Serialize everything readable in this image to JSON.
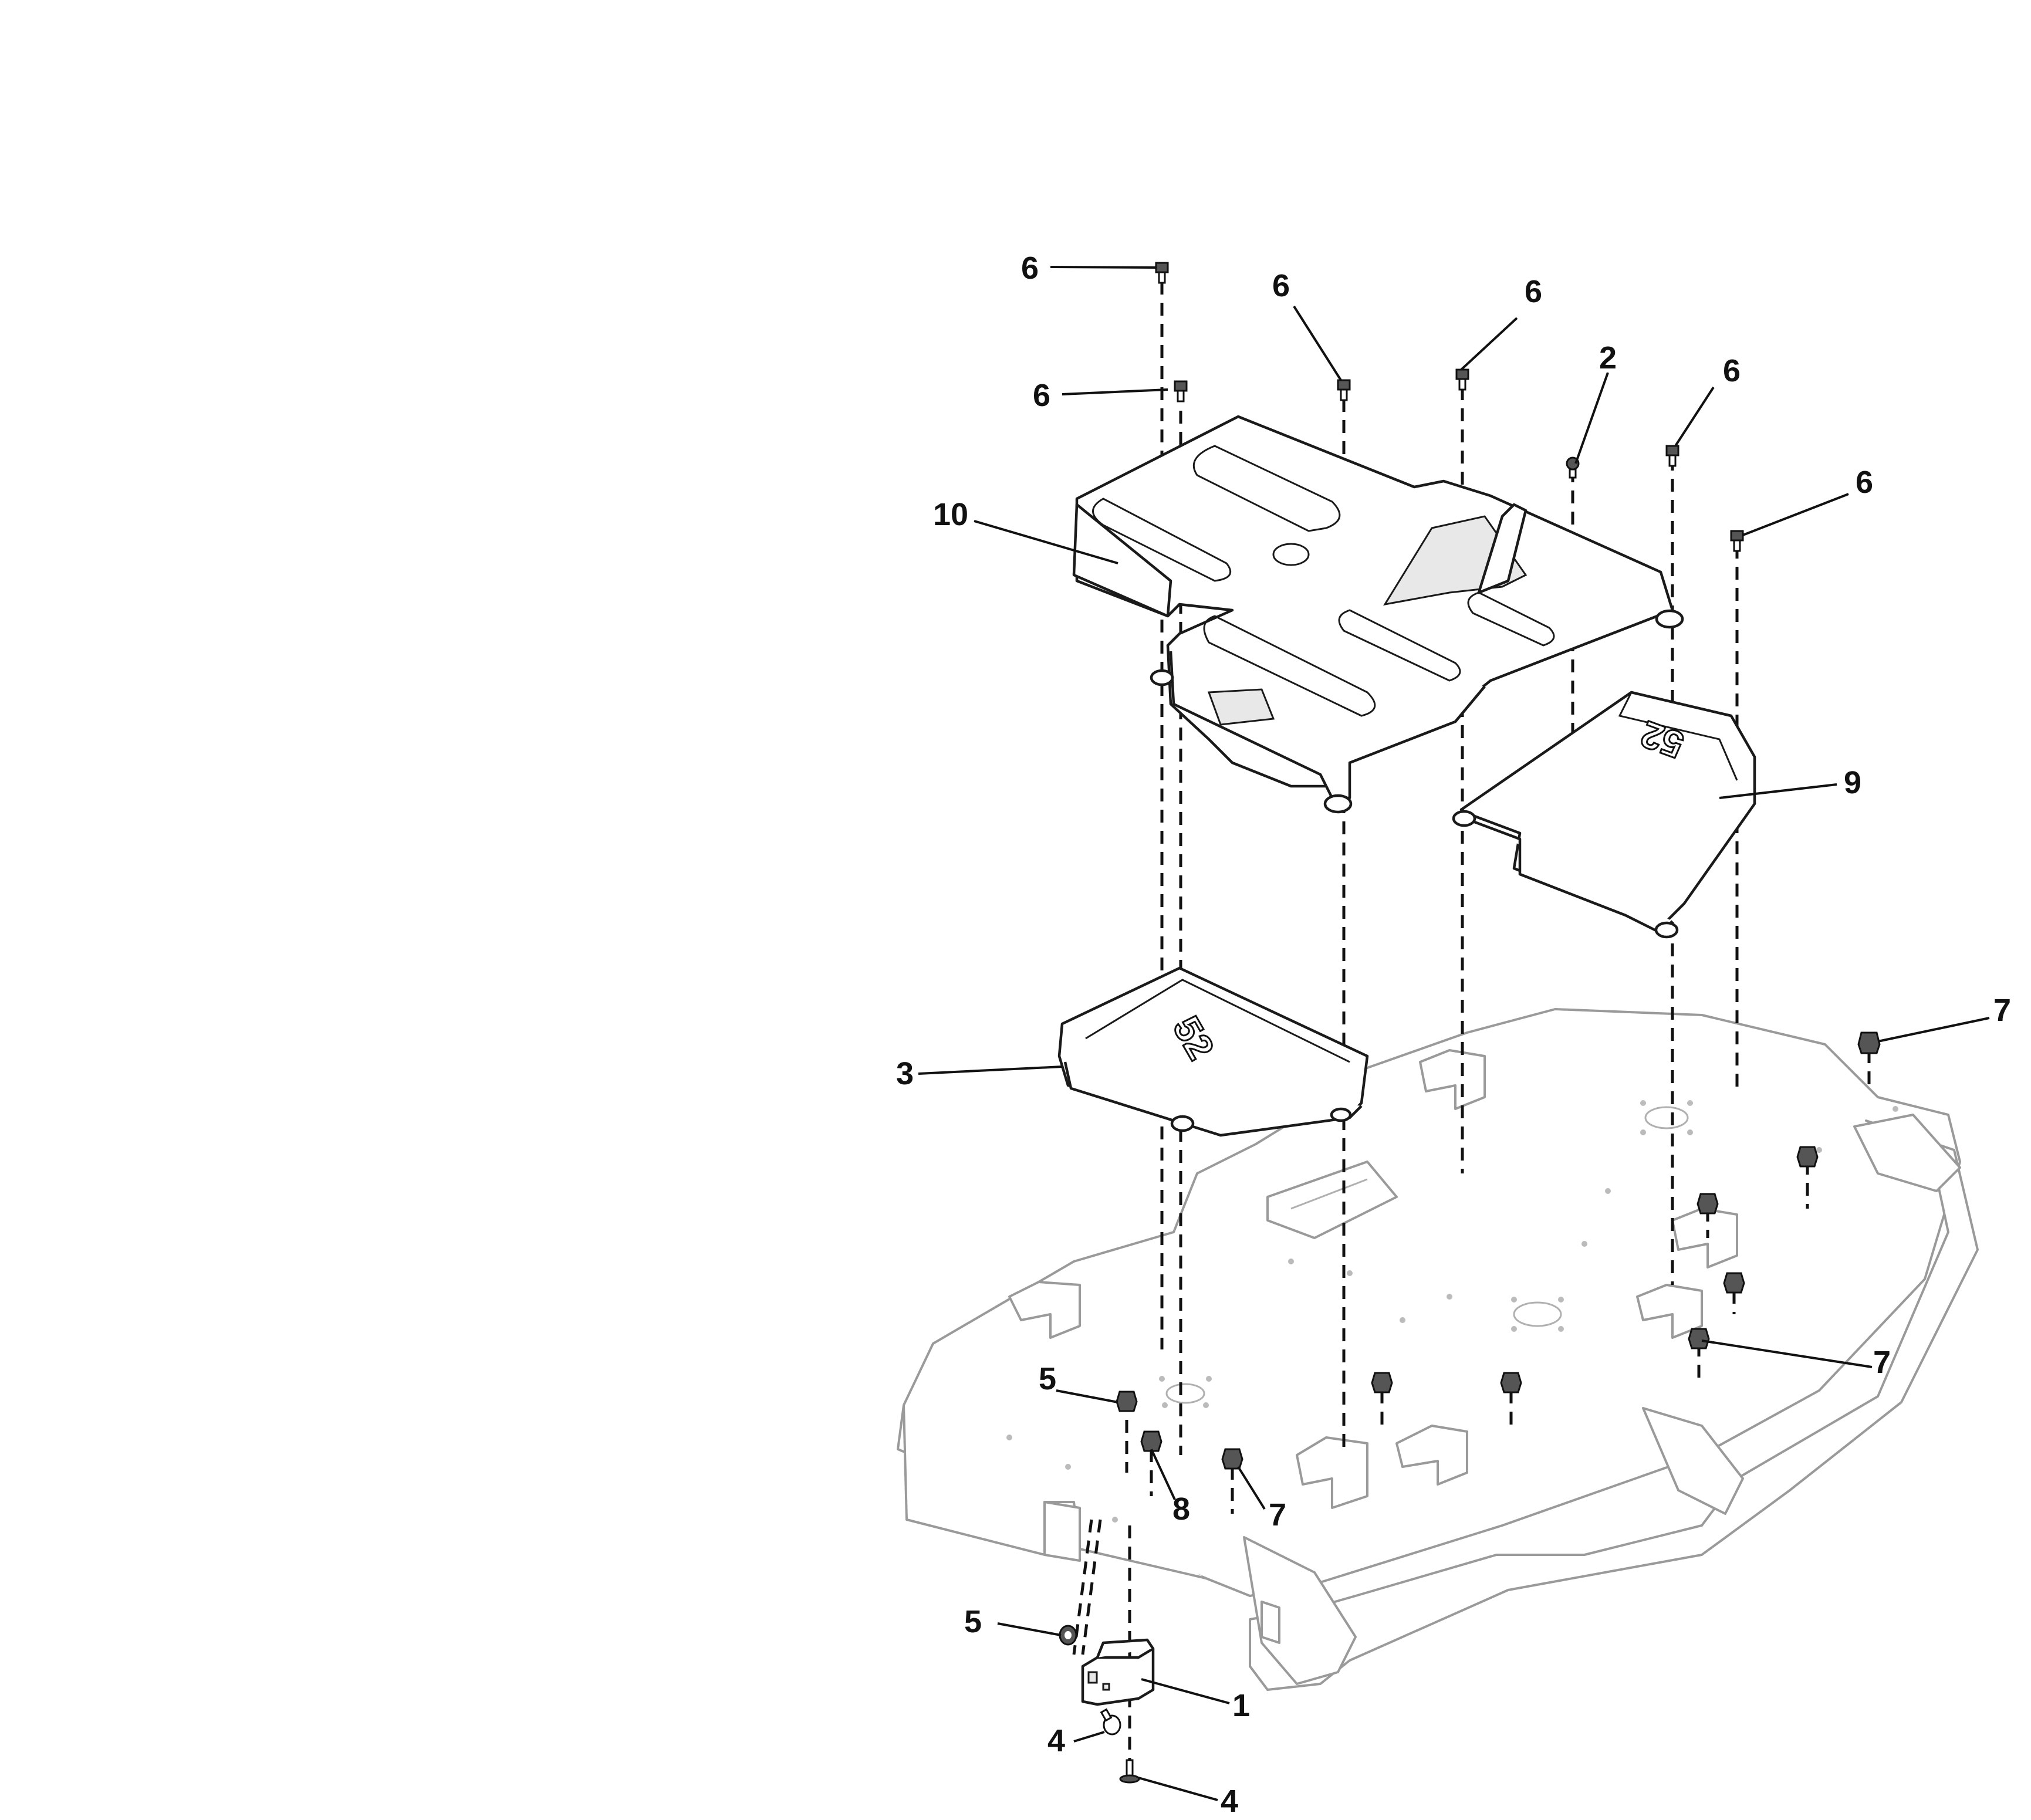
{
  "callouts": {
    "c1": "1",
    "c2": "2",
    "c3": "3",
    "c4a": "4",
    "c4b": "4",
    "c5a": "5",
    "c5b": "5",
    "c6a": "6",
    "c6b": "6",
    "c6c": "6",
    "c6d": "6",
    "c6e": "6",
    "c6f": "6",
    "c7a": "7",
    "c7b": "7",
    "c7c": "7",
    "c8": "8",
    "c9": "9",
    "c10": "10"
  },
  "stencils": {
    "left_cover": "52",
    "right_cover": "52"
  }
}
